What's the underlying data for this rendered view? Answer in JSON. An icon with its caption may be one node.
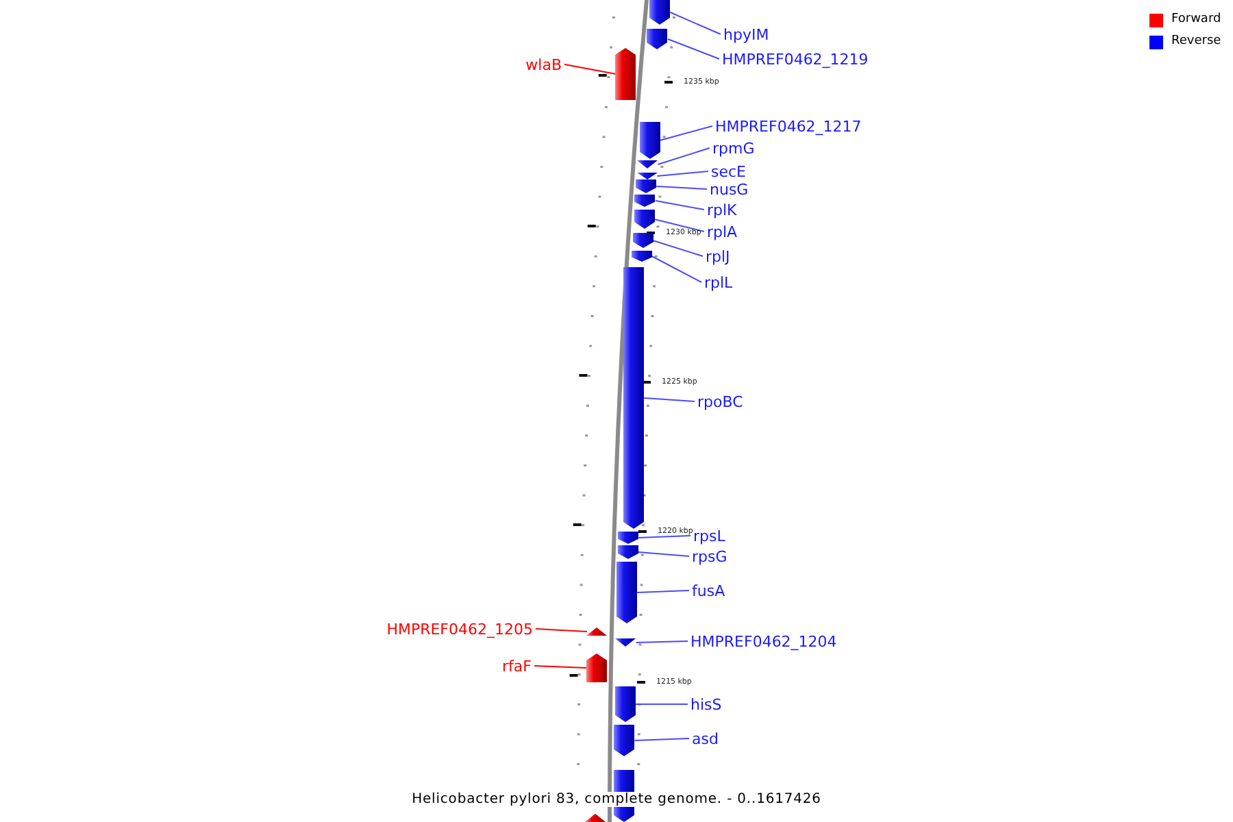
{
  "diagram": {
    "caption": "Helicobacter pylori 83, complete genome. - 0..1617426",
    "nodes": [
      {
        "text": [
          "hpyIM"
        ]
      },
      {
        "text": [],
        "shape": "arrow"
      },
      {
        "text": [
          "HMPREF0462_1219"
        ]
      },
      {
        "text": [],
        "shape": "arrow"
      },
      {
        "text": [
          "wlaB"
        ]
      },
      {
        "text": [],
        "shape": "arrow"
      },
      {
        "text": [
          "HMPREF0462_1217"
        ]
      },
      {
        "text": [],
        "shape": "arrow"
      },
      {
        "text": [
          "rpmG"
        ]
      },
      {
        "text": [],
        "shape": "arrow"
      },
      {
        "text": [
          "secE"
        ]
      },
      {
        "text": [],
        "shape": "arrow"
      },
      {
        "text": [
          "nusG"
        ]
      },
      {
        "text": [],
        "shape": "arrow"
      },
      {
        "text": [
          "rplK"
        ]
      },
      {
        "text": [],
        "shape": "arrow"
      },
      {
        "text": [
          "rplA"
        ]
      },
      {
        "text": [],
        "shape": "arrow"
      },
      {
        "text": [
          "rplJ"
        ]
      },
      {
        "text": [],
        "shape": "arrow"
      },
      {
        "text": [
          "rplL"
        ]
      },
      {
        "text": [],
        "shape": "arrow"
      },
      {
        "text": [
          "rpoBC"
        ]
      },
      {
        "text": [],
        "shape": "arrow"
      },
      {
        "text": [
          "rpsL"
        ]
      },
      {
        "text": [],
        "shape": "arrow"
      },
      {
        "text": [
          "rpsG"
        ]
      },
      {
        "text": [],
        "shape": "arrow"
      },
      {
        "text": [
          "fusA"
        ]
      },
      {
        "text": [],
        "shape": "arrow"
      },
      {
        "text": [
          "HMPREF0462_1205"
        ]
      },
      {
        "text": [],
        "shape": "arrow"
      },
      {
        "text": [
          "HMPREF0462_1204"
        ]
      },
      {
        "text": [],
        "shape": "arrow"
      },
      {
        "text": [
          "rfaF"
        ]
      },
      {
        "text": [],
        "shape": "arrow"
      },
      {
        "text": [
          "hisS"
        ]
      },
      {
        "text": [],
        "shape": "arrow"
      },
      {
        "text": [
          "asd"
        ]
      },
      {
        "text": [],
        "shape": "arrow"
      },
      {
        "text": [],
        "shape": "arrow"
      },
      {
        "text": [],
        "shape": "arrow"
      }
    ],
    "edges": [
      {
        "from": 0,
        "to": 1,
        "arrow": "none"
      },
      {
        "from": 2,
        "to": 3,
        "arrow": "none"
      },
      {
        "from": 4,
        "to": 5,
        "arrow": "none",
        "color": "#ff0000"
      },
      {
        "from": 6,
        "to": 7,
        "arrow": "none"
      },
      {
        "from": 8,
        "to": 9,
        "arrow": "none"
      },
      {
        "from": 10,
        "to": 11,
        "arrow": "none"
      },
      {
        "from": 12,
        "to": 13,
        "arrow": "none"
      },
      {
        "from": 14,
        "to": 15,
        "arrow": "none"
      },
      {
        "from": 16,
        "to": 17,
        "arrow": "none"
      },
      {
        "from": 18,
        "to": 19,
        "arrow": "none"
      },
      {
        "from": 20,
        "to": 21,
        "arrow": "none"
      },
      {
        "from": 22,
        "to": 23,
        "arrow": "none"
      },
      {
        "from": 24,
        "to": 25,
        "arrow": "none"
      },
      {
        "from": 26,
        "to": 27,
        "arrow": "none"
      },
      {
        "from": 28,
        "to": 29,
        "arrow": "none"
      },
      {
        "from": 30,
        "to": 31,
        "arrow": "none",
        "color": "#ff0000"
      },
      {
        "from": 32,
        "to": 33,
        "arrow": "none"
      },
      {
        "from": 34,
        "to": 35,
        "arrow": "none",
        "color": "#ff0000"
      },
      {
        "from": 36,
        "to": 37,
        "arrow": "none"
      },
      {
        "from": 38,
        "to": 39,
        "arrow": "none"
      }
    ],
    "labels": [
      "1235 kbp",
      "1230 kbp",
      "1225 kbp",
      "1220 kbp",
      "1215 kbp"
    ],
    "legend": [
      {
        "text": "Forward",
        "color": "#ff0000"
      },
      {
        "text": "Reverse",
        "color": "#0000ff"
      }
    ]
  }
}
